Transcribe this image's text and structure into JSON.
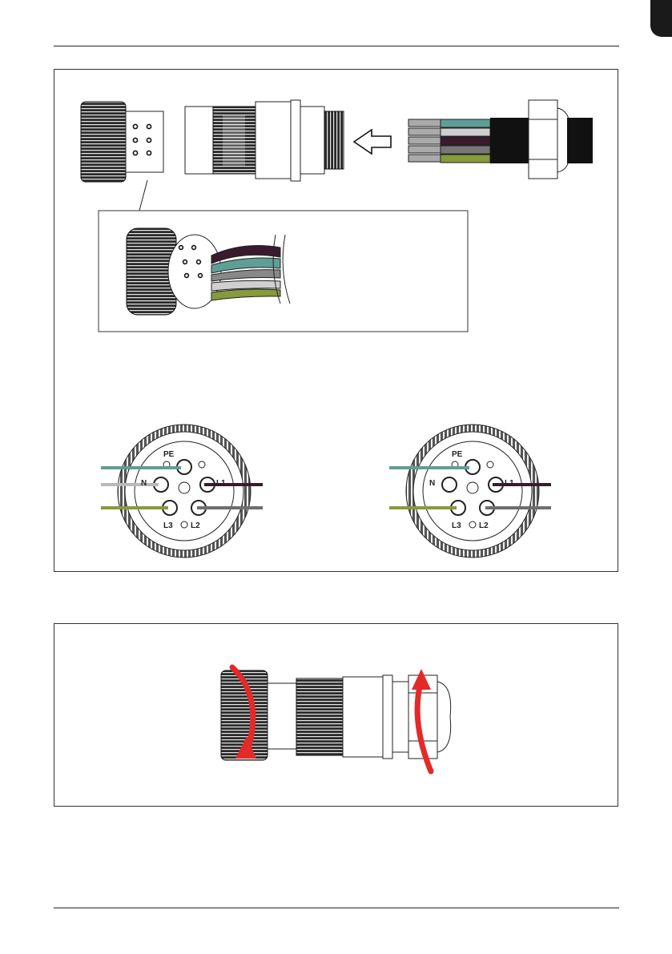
{
  "figure1": {
    "connector_left": {
      "pin_labels": {
        "pe": "PE",
        "n": "N",
        "l1": "L1",
        "l2": "L2",
        "l3": "L3"
      },
      "wire_colors": {
        "pe": "#5f9e96",
        "n": "#b9b9b9",
        "l1": "#3a1a2e",
        "l2": "#6e6e6e",
        "l3": "#879a3c"
      }
    },
    "connector_right": {
      "pin_labels": {
        "pe": "PE",
        "n": "N",
        "l1": "L1",
        "l2": "L2",
        "l3": "L3"
      },
      "wire_colors": {
        "pe": "#5f9e96",
        "n": "#b9b9b9",
        "l1": "#3a1a2e",
        "l2": "#6e6e6e",
        "l3": "#879a3c"
      }
    },
    "insert_arrow": "arrow-left-icon"
  },
  "figure2": {
    "rotate_left": "rotate-clockwise-arrow-icon",
    "rotate_right": "rotate-counterclockwise-arrow-icon",
    "arrow_color": "#e32a28"
  }
}
